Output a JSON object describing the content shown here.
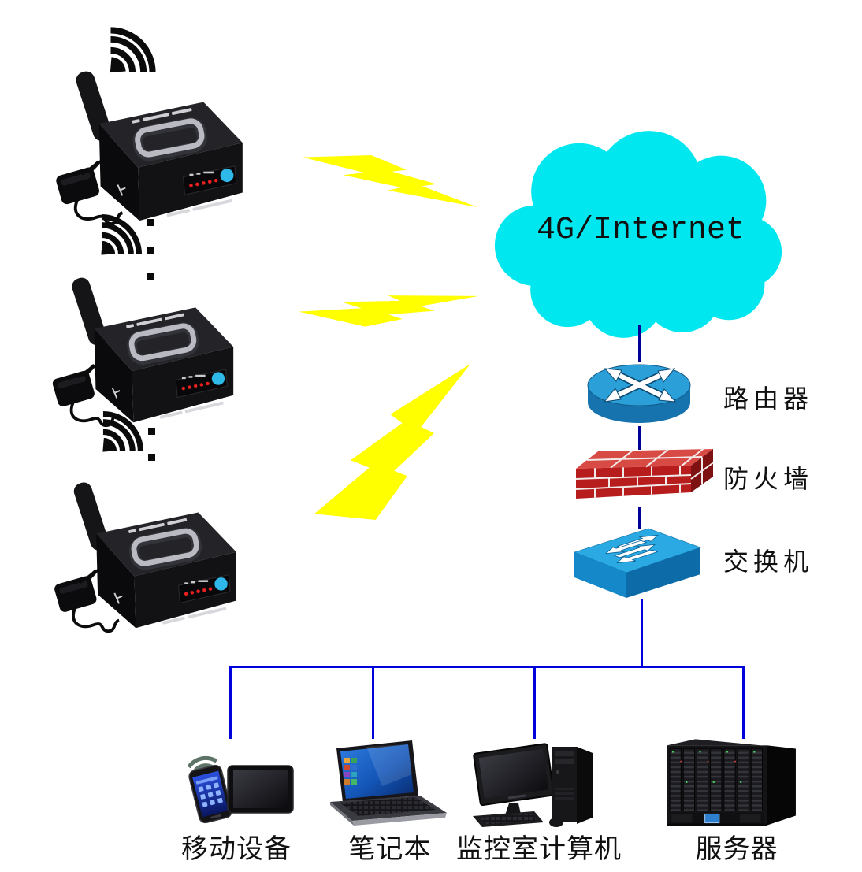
{
  "cloud": {
    "label": "4G/Internet"
  },
  "infrastructure": {
    "router": {
      "label": "路由器"
    },
    "firewall": {
      "label": "防火墙"
    },
    "switch": {
      "label": "交换机"
    }
  },
  "endpoints": {
    "mobile": {
      "label": "移动设备"
    },
    "laptop": {
      "label": "笔记本"
    },
    "monitor_pc": {
      "label": "监控室计算机"
    },
    "server": {
      "label": "服务器"
    }
  },
  "collectors": {
    "count": 3,
    "connection": "wireless"
  },
  "colors": {
    "cloud": "#00e7ef",
    "lightning": "#ffff00",
    "line_dark": "#000099",
    "line_bright": "#0000dd"
  }
}
